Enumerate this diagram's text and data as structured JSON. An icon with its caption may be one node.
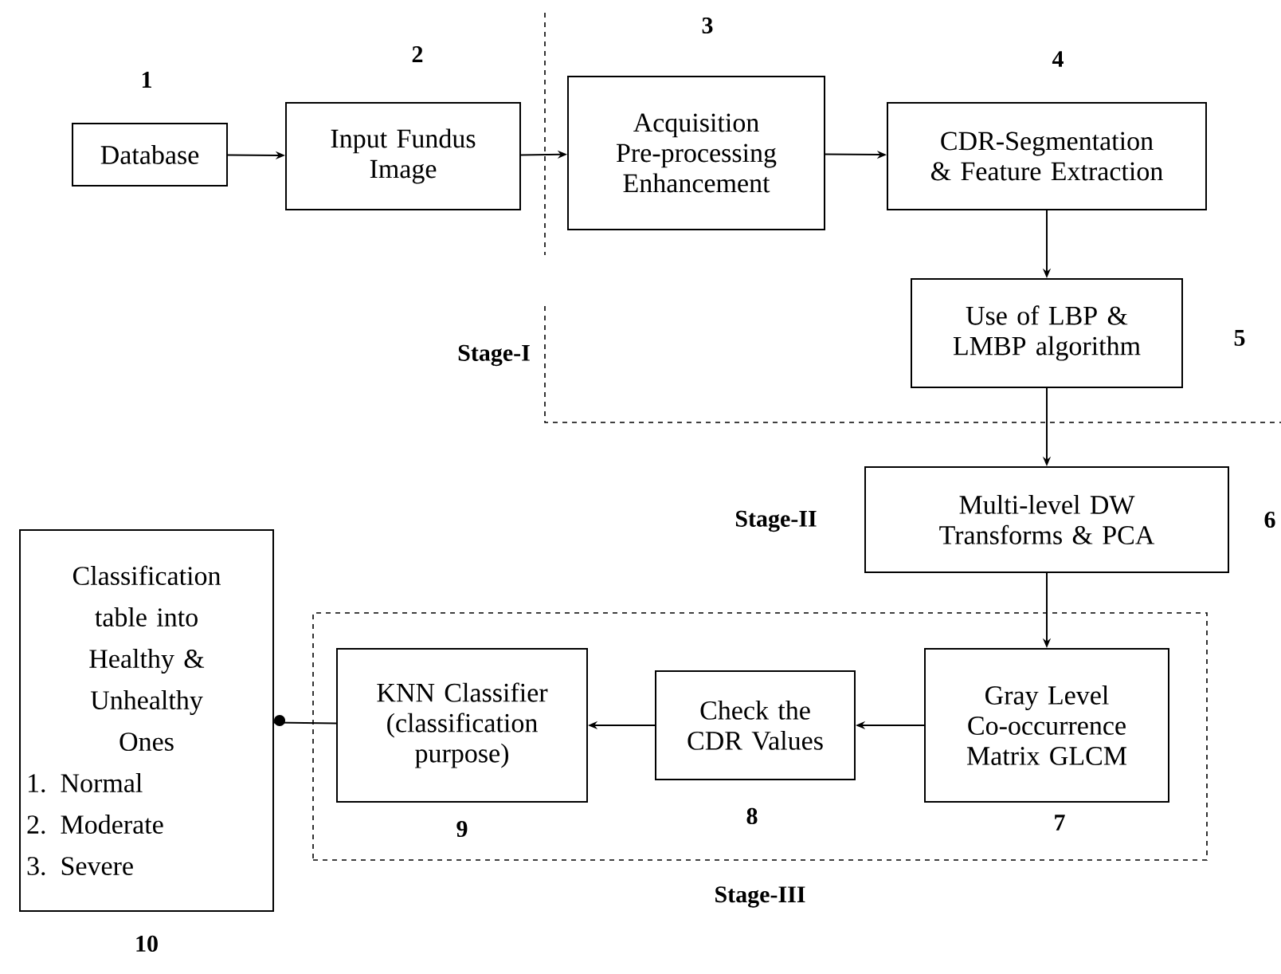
{
  "diagram": {
    "nodes": [
      {
        "text": [
          "Database"
        ],
        "beside": [
          "1"
        ]
      },
      {
        "text": [
          "Input  Fundus Image"
        ],
        "beside": [
          "2"
        ]
      },
      {
        "text": [
          "Acquisition Pre-processing Enhancement"
        ],
        "beside": [
          "3"
        ]
      },
      {
        "text": [
          "CDR-Segmentation & Feature Extraction"
        ],
        "beside": [
          "4"
        ]
      },
      {
        "text": [
          "Use of LBP & LMBP algorithm"
        ],
        "beside": [
          "5"
        ]
      },
      {
        "text": [
          "Multi-level DW Transforms & PCA"
        ],
        "beside": [
          "6"
        ]
      },
      {
        "text": [
          "Stage-III"
        ]
      },
      {
        "text": [
          "Gray Level Co-occurrence Matrix GLCM"
        ],
        "beside": [
          "7"
        ],
        "in": 6
      },
      {
        "text": [
          "Check the CDR Values"
        ],
        "beside": [
          "8"
        ],
        "in": 6
      },
      {
        "text": [
          "KNN Classifier (classification purpose)"
        ],
        "beside": [
          "9"
        ],
        "in": 6
      },
      {
        "text": [
          "Classification table into Healthy & Unhealthy Ones",
          "1. Normal",
          "2. Moderate",
          "3. Severe"
        ],
        "beside": [
          "10"
        ]
      }
    ],
    "edges": [
      {
        "from": 0,
        "to": 1,
        "arrow": "to"
      },
      {
        "from": 1,
        "to": 2,
        "arrow": "to"
      },
      {
        "from": 2,
        "to": 3,
        "arrow": "to"
      },
      {
        "from": 3,
        "to": 4,
        "arrow": "to"
      },
      {
        "from": 4,
        "to": 5,
        "arrow": "to"
      },
      {
        "from": 5,
        "to": 7,
        "arrow": "to"
      },
      {
        "from": 7,
        "to": 8,
        "arrow": "to"
      },
      {
        "from": 8,
        "to": 9,
        "arrow": "to"
      },
      {
        "from": 9,
        "to": 10,
        "arrow": "other"
      }
    ],
    "labels": [
      "Stage-I",
      "Stage-II"
    ]
  }
}
